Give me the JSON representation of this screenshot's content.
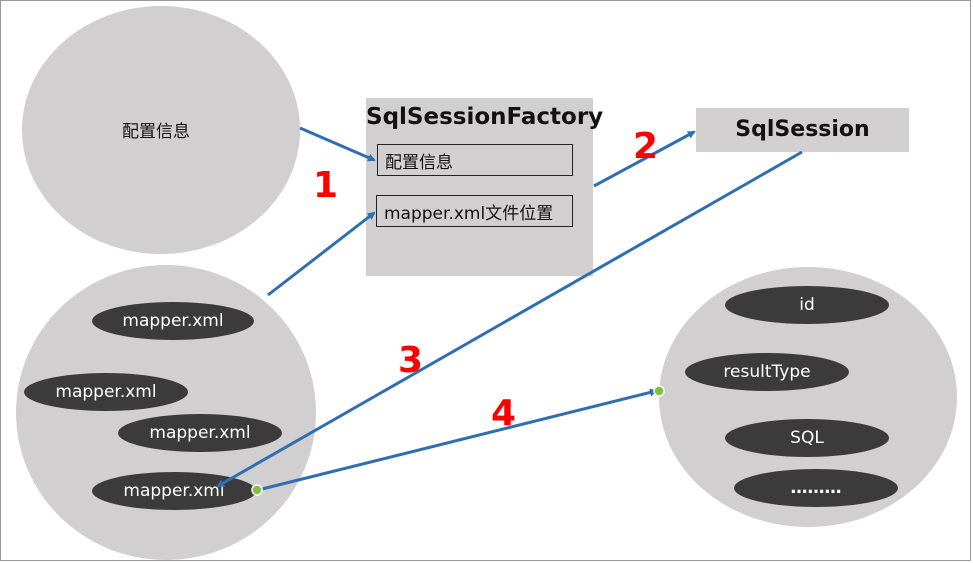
{
  "config_circle": {
    "label": "配置信息"
  },
  "factory": {
    "title": "SqlSessionFactory",
    "config_label": "配置信息",
    "mapper_location_label": "mapper.xml文件位置"
  },
  "session": {
    "title": "SqlSession"
  },
  "mapper_group": {
    "items": [
      "mapper.xml",
      "mapper.xml",
      "mapper.xml",
      "mapper.xml"
    ]
  },
  "mapped_statement": {
    "items": [
      "id",
      "resultType",
      "SQL",
      "………"
    ]
  },
  "steps": [
    "1",
    "2",
    "3",
    "4"
  ],
  "colors": {
    "circle": "#d1cfcf",
    "pill": "#3b3b3b",
    "arrow": "#2f6fb0",
    "step_number": "#ff0000",
    "connector_dot": "#7cc242"
  }
}
